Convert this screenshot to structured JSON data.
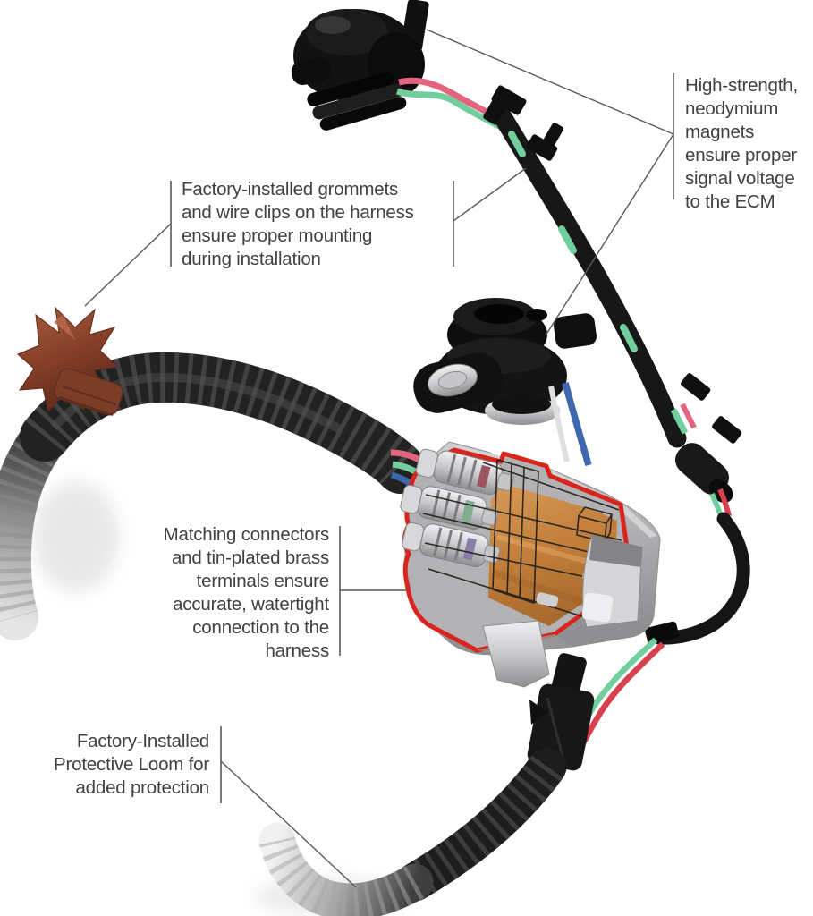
{
  "figure": {
    "background": "#ffffff",
    "callouts": {
      "magnets": {
        "lines": [
          "High-strength,",
          "neodymium",
          "magnets",
          "ensure proper",
          "signal voltage",
          "to the ECM"
        ]
      },
      "grommets": {
        "lines": [
          "Factory-installed grommets",
          "and wire clips on the harness",
          "ensure proper mounting",
          "during installation"
        ]
      },
      "connectors": {
        "lines": [
          "Matching connectors",
          "and tin-plated brass",
          "terminals ensure",
          "accurate, watertight",
          "connection to the",
          "harness"
        ]
      },
      "loom": {
        "lines": [
          "Factory-Installed",
          "Protective Loom for",
          "added protection"
        ]
      }
    },
    "colors": {
      "text": "#414145",
      "leader_line": "#58595b",
      "wire_green": "#72cf9d",
      "wire_pink": "#e4647f",
      "wire_red": "#d8404d",
      "wire_blue": "#3e68ad",
      "wire_white": "#dfdfe2",
      "copper_grommet": "#8f4a31",
      "cutaway_red": "#d9251d",
      "harness_black": "#1a1a1a",
      "connector_gray": "#b4b4b6",
      "brass": "#c9854a"
    }
  }
}
